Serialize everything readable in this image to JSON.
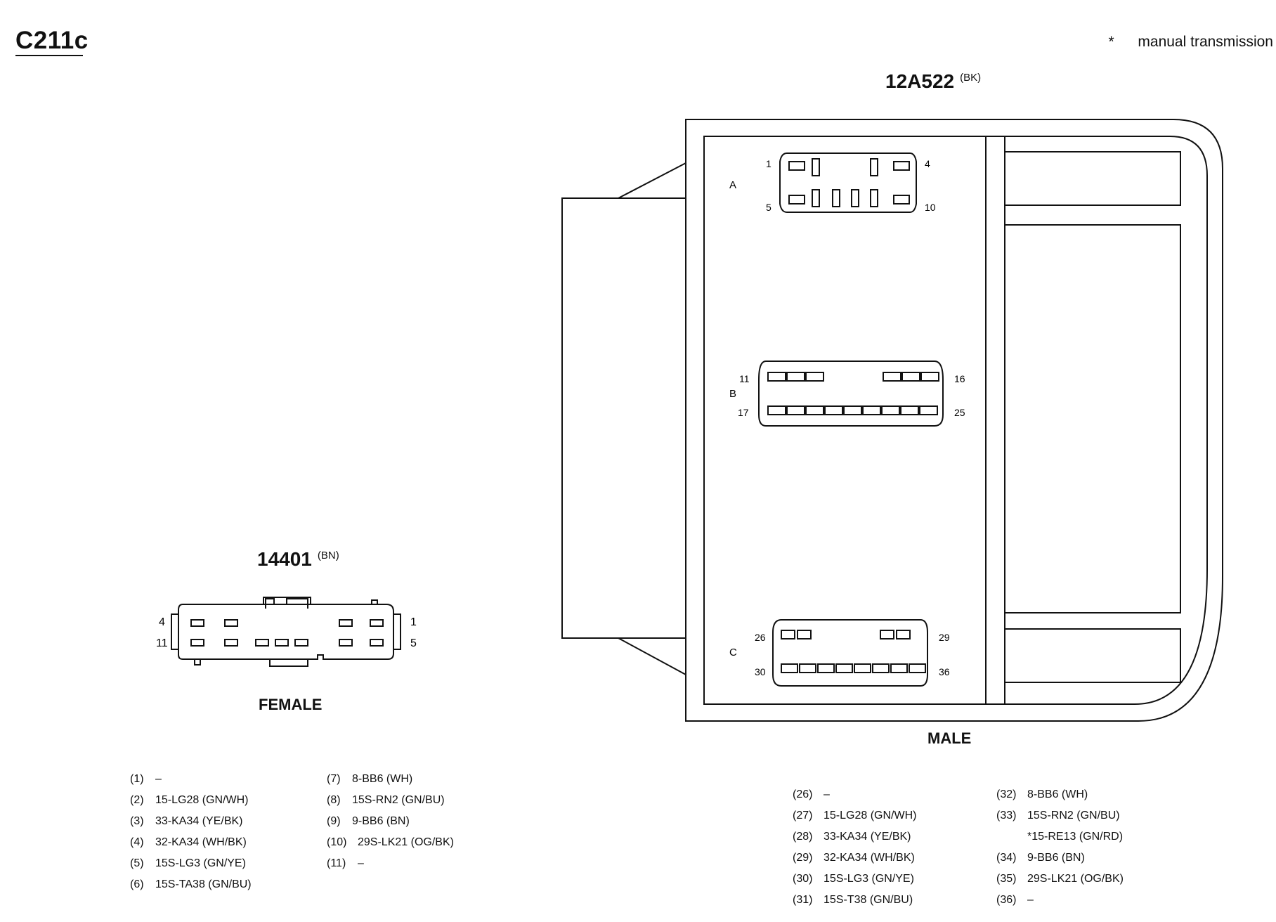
{
  "header": {
    "connector_id": "C211c",
    "footnote_marker": "*",
    "footnote_text": "manual transmission"
  },
  "female_connector": {
    "part_number": "14401",
    "color_code": "(BN)",
    "gender": "FEMALE",
    "pin_labels": {
      "top_left": "4",
      "bottom_left": "11",
      "top_right": "1",
      "bottom_right": "5"
    },
    "pins": [
      {
        "num": "(1)",
        "circuit": "–"
      },
      {
        "num": "(2)",
        "circuit": "15-LG28 (GN/WH)"
      },
      {
        "num": "(3)",
        "circuit": "33-KA34 (YE/BK)"
      },
      {
        "num": "(4)",
        "circuit": "32-KA34 (WH/BK)"
      },
      {
        "num": "(5)",
        "circuit": "15S-LG3 (GN/YE)"
      },
      {
        "num": "(6)",
        "circuit": "15S-TA38 (GN/BU)"
      },
      {
        "num": "(7)",
        "circuit": "8-BB6 (WH)"
      },
      {
        "num": "(8)",
        "circuit": "15S-RN2 (GN/BU)"
      },
      {
        "num": "(9)",
        "circuit": "9-BB6 (BN)"
      },
      {
        "num": "(10)",
        "circuit": "29S-LK21 (OG/BK)"
      },
      {
        "num": "(11)",
        "circuit": "–"
      }
    ]
  },
  "male_connector": {
    "part_number": "12A522",
    "color_code": "(BK)",
    "gender": "MALE",
    "sections": {
      "a": {
        "letter": "A",
        "start_top": "1",
        "end_top": "4",
        "start_bottom": "5",
        "end_bottom": "10"
      },
      "b": {
        "letter": "B",
        "start_top": "11",
        "end_top": "16",
        "start_bottom": "17",
        "end_bottom": "25"
      },
      "c": {
        "letter": "C",
        "start_top": "26",
        "end_top": "29",
        "start_bottom": "30",
        "end_bottom": "36"
      }
    },
    "pins": [
      {
        "num": "(26)",
        "circuit": "–"
      },
      {
        "num": "(27)",
        "circuit": "15-LG28 (GN/WH)"
      },
      {
        "num": "(28)",
        "circuit": "33-KA34 (YE/BK)"
      },
      {
        "num": "(29)",
        "circuit": "32-KA34 (WH/BK)"
      },
      {
        "num": "(30)",
        "circuit": "15S-LG3 (GN/YE)"
      },
      {
        "num": "(31)",
        "circuit": "15S-T38 (GN/BU)"
      },
      {
        "num": "(32)",
        "circuit": "8-BB6 (WH)"
      },
      {
        "num": "(33)",
        "circuit": "15S-RN2 (GN/BU)"
      },
      {
        "num": "",
        "circuit": "*15-RE13 (GN/RD)"
      },
      {
        "num": "(34)",
        "circuit": "9-BB6 (BN)"
      },
      {
        "num": "(35)",
        "circuit": "29S-LK21 (OG/BK)"
      },
      {
        "num": "(36)",
        "circuit": "–"
      }
    ]
  }
}
